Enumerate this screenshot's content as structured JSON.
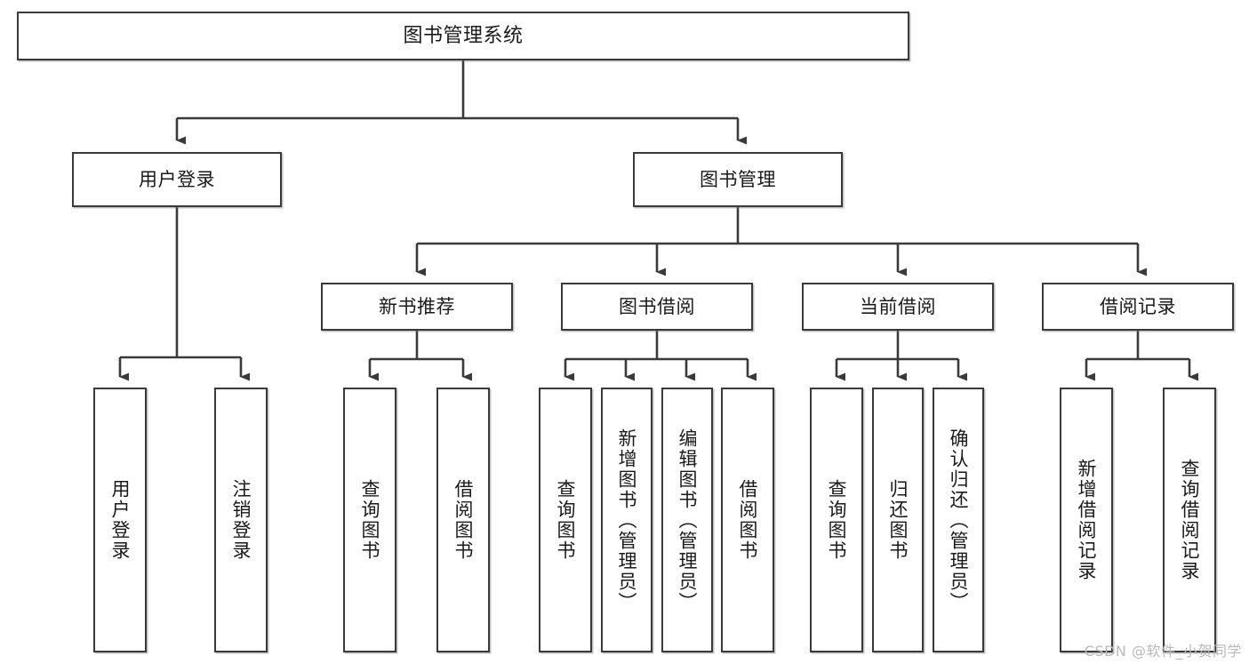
{
  "diagram": {
    "title": "图书管理系统",
    "type": "tree",
    "root": {
      "label": "图书管理系统"
    },
    "level2": [
      {
        "label": "用户登录"
      },
      {
        "label": "图书管理"
      }
    ],
    "level3": [
      {
        "label": "新书推荐"
      },
      {
        "label": "图书借阅"
      },
      {
        "label": "当前借阅"
      },
      {
        "label": "借阅记录"
      }
    ],
    "leaves": {
      "user_login": [
        {
          "label": "用户登录"
        },
        {
          "label": "注销登录"
        }
      ],
      "new_book_recommend": [
        {
          "label": "查询图书"
        },
        {
          "label": "借阅图书"
        }
      ],
      "book_borrow": [
        {
          "label": "查询图书"
        },
        {
          "label": "新增图书（管理员）"
        },
        {
          "label": "编辑图书（管理员）"
        },
        {
          "label": "借阅图书"
        }
      ],
      "current_borrow": [
        {
          "label": "查询图书"
        },
        {
          "label": "归还图书"
        },
        {
          "label": "确认归还（管理员）"
        }
      ],
      "borrow_record": [
        {
          "label": "新增借阅记录"
        },
        {
          "label": "查询借阅记录"
        }
      ]
    }
  },
  "watermark": {
    "text": "CSDN @软件_小贺同学"
  },
  "colors": {
    "box_border": "#3a3a3a",
    "box_fill": "#ffffff",
    "connector": "#3a3a3a",
    "text": "#1a1a1a",
    "watermark": "#b9b9b9"
  }
}
